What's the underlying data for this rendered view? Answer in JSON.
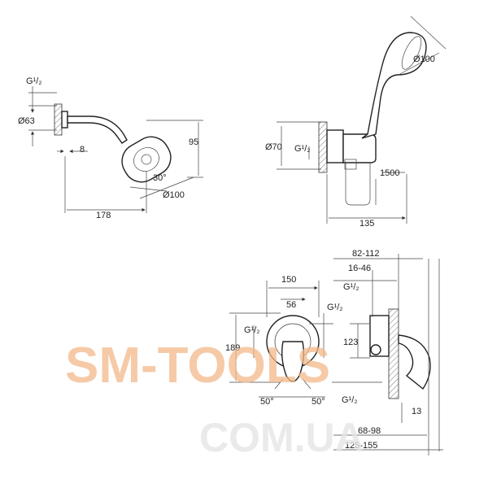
{
  "views": {
    "head_shower": {
      "thread": "G¹/₂",
      "diameter_flange": "Ø63",
      "depth": "8",
      "height": "95",
      "angle": "30°",
      "head_diameter": "Ø100",
      "length": "178"
    },
    "hand_shower": {
      "head_diameter": "Ø100",
      "diameter_flange": "Ø70",
      "thread": "G¹/₂",
      "hose_length": "1500",
      "width": "135"
    },
    "mixer_front": {
      "width": "150",
      "offset": "56",
      "thread_left": "G¹/₂",
      "thread_right": "G¹/₂",
      "height": "189",
      "angle_left": "50°",
      "angle_right": "50°",
      "thread_bottom": "G¹/₂"
    },
    "mixer_side": {
      "range_top": "82-112",
      "range_inner": "16-46",
      "thread": "G¹/₂",
      "height": "123",
      "depth": "13",
      "range_a": "68-98",
      "range_b": "125-155"
    }
  },
  "watermark": {
    "main": "SM-TOOLS",
    "sub": "COM.UA"
  }
}
